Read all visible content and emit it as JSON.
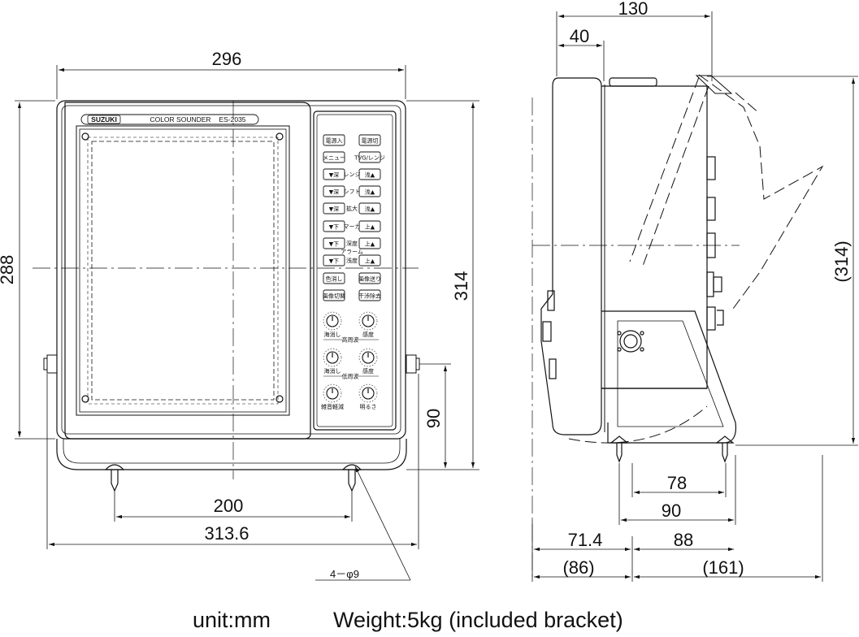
{
  "panel": {
    "brand": "SUZUKI",
    "model_title": "COLOR SOUNDER",
    "model_number": "ES-2035",
    "key_rows": [
      {
        "left": "電源入",
        "right": "電源切",
        "mid": ""
      },
      {
        "left": "メニュー",
        "right": "TVG/レンジ",
        "mid": ""
      },
      {
        "left": "▼深",
        "right": "浅▲",
        "mid": "レンジ"
      },
      {
        "left": "▼深",
        "right": "浅▲",
        "mid": "シフト"
      },
      {
        "left": "▼深",
        "right": "浅▲",
        "mid": "拡大"
      },
      {
        "left": "▼下",
        "right": "上▲",
        "mid": "マーカ"
      },
      {
        "left": "▼下",
        "right": "上▲",
        "mid": "深度"
      },
      {
        "left": "▼下",
        "right": "上▲",
        "mid": "浅度"
      },
      {
        "left": "色消し",
        "right": "画像送り",
        "mid": ""
      },
      {
        "left": "画像切替",
        "right": "干渉除去",
        "mid": ""
      }
    ],
    "alarm_label": "アラーム",
    "knob_rows": [
      {
        "left": "海消し",
        "right": "感度",
        "group": "高周波"
      },
      {
        "left": "海消し",
        "right": "感度",
        "group": "低周波"
      },
      {
        "left": "雑音軽減",
        "right": "明るさ",
        "group": ""
      }
    ]
  },
  "dimensions": {
    "front_width": "296",
    "front_height": "288",
    "overall_height": "314",
    "bracket_height": "90",
    "mount_hole_pitch": "200",
    "bracket_width": "313.6",
    "mount_holes": "4－φ9",
    "depth_total": "130",
    "depth_front": "40",
    "tilted_height": "(314)",
    "base_78": "78",
    "base_90": "90",
    "base_71": "71.4",
    "base_88": "88",
    "base_86": "(86)",
    "base_161": "(161)"
  },
  "caption": {
    "unit": "unit:mm",
    "weight": "Weight:5kg (included bracket)"
  }
}
